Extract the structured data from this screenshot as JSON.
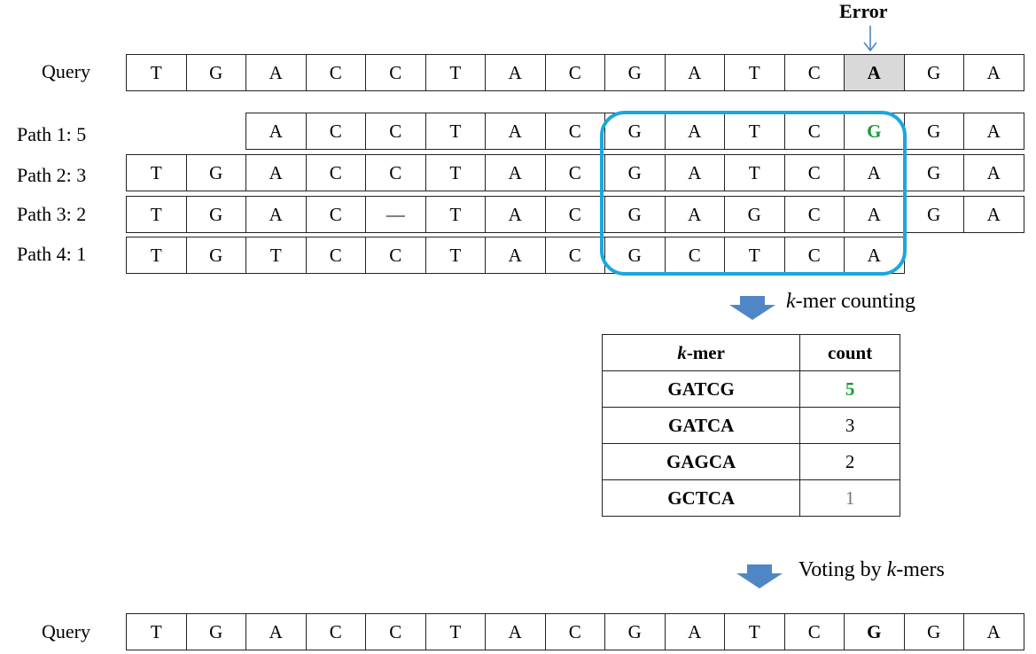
{
  "error_label": "Error",
  "query_label": "Query",
  "query": [
    "T",
    "G",
    "A",
    "C",
    "C",
    "T",
    "A",
    "C",
    "G",
    "A",
    "T",
    "C",
    "A",
    "G",
    "A"
  ],
  "error_index": 12,
  "paths": [
    {
      "label": "Path 1: 5",
      "start": 2,
      "bases": [
        "A",
        "C",
        "C",
        "T",
        "A",
        "C",
        "G",
        "A",
        "T",
        "C",
        "G",
        "G",
        "A"
      ],
      "green_index": 10
    },
    {
      "label": "Path 2: 3",
      "start": 0,
      "bases": [
        "T",
        "G",
        "A",
        "C",
        "C",
        "T",
        "A",
        "C",
        "G",
        "A",
        "T",
        "C",
        "A",
        "G",
        "A"
      ]
    },
    {
      "label": "Path 3: 2",
      "start": 0,
      "bases": [
        "T",
        "G",
        "A",
        "C",
        "—",
        "T",
        "A",
        "C",
        "G",
        "A",
        "G",
        "C",
        "A",
        "G",
        "A"
      ]
    },
    {
      "label": "Path 4: 1",
      "start": 0,
      "bases": [
        "T",
        "G",
        "T",
        "C",
        "C",
        "T",
        "A",
        "C",
        "G",
        "C",
        "T",
        "C",
        "A"
      ]
    }
  ],
  "kmer_counting_label": {
    "k": "k",
    "rest": "-mer counting"
  },
  "table": {
    "header_kmer_k": "k",
    "header_kmer_rest": "-mer",
    "header_count": "count",
    "rows": [
      {
        "kmer": "GATCG",
        "count": "5"
      },
      {
        "kmer": "GATCA",
        "count": "3"
      },
      {
        "kmer": "GAGCA",
        "count": "2"
      },
      {
        "kmer": "GCTCA",
        "count": "1"
      }
    ]
  },
  "voting_label": {
    "prefix": "Voting by ",
    "k": "k",
    "suffix": "-mers"
  },
  "corrected_query_label": "Query",
  "corrected_query": [
    "T",
    "G",
    "A",
    "C",
    "C",
    "T",
    "A",
    "C",
    "G",
    "A",
    "T",
    "C",
    "G",
    "G",
    "A"
  ],
  "corrected_index": 12
}
